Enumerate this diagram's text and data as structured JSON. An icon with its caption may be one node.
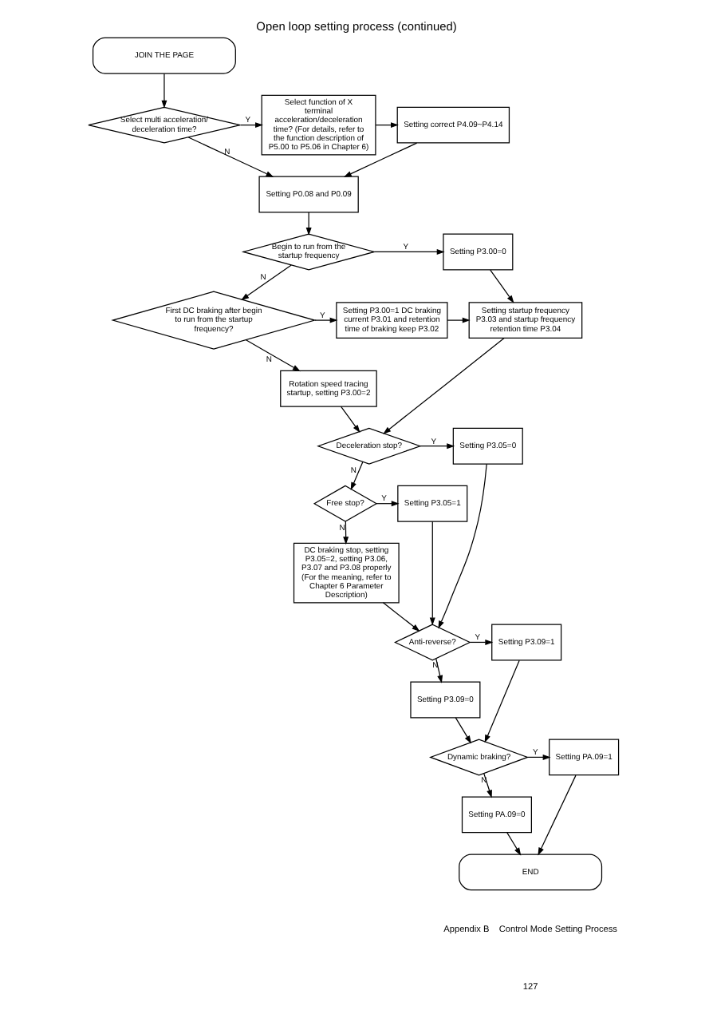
{
  "diagram": {
    "title": "Open loop setting process (continued)",
    "nodes": [
      {
        "text": [
          "JOIN THE PAGE"
        ]
      },
      {
        "text": [
          "Select multi acceleration/ deceleration time?"
        ]
      },
      {
        "text": [
          "Select function of X terminal acceleration/deceleration time? (For details, refer to the function description of P5.00 to P5.06 in Chapter 6)"
        ]
      },
      {
        "text": [
          "Setting correct P4.09~P4.14"
        ]
      },
      {
        "text": [
          "Setting P0.08 and P0.09"
        ]
      },
      {
        "text": [
          "Begin to run from the startup frequency"
        ]
      },
      {
        "text": [
          "Setting P3.00=0"
        ]
      },
      {
        "text": [
          "First DC braking after begin to run from the startup frequency?"
        ]
      },
      {
        "text": [
          "Setting P3.00=1 DC braking current P3.01 and retention time of braking keep P3.02"
        ]
      },
      {
        "text": [
          "Setting startup frequency P3.03 and startup frequency retention time P3.04"
        ]
      },
      {
        "text": [
          "Rotation speed tracing startup, setting P3.00=2"
        ]
      },
      {
        "text": [
          "Deceleration stop?"
        ]
      },
      {
        "text": [
          "Setting P3.05=0"
        ]
      },
      {
        "text": [
          "Free stop?"
        ]
      },
      {
        "text": [
          "Setting P3.05=1"
        ]
      },
      {
        "text": [
          "DC braking stop, setting P3.05=2, setting P3.06, P3.07 and P3.08 properly (For the meaning, refer to Chapter 6 Parameter Description)"
        ]
      },
      {
        "text": [
          "Anti-reverse?"
        ]
      },
      {
        "text": [
          "Setting P3.09=1"
        ]
      },
      {
        "text": [
          "Setting P3.09=0"
        ]
      },
      {
        "text": [
          "Dynamic braking?"
        ]
      },
      {
        "text": [
          "Setting PA.09=1"
        ]
      },
      {
        "text": [
          "Setting PA.09=0"
        ]
      },
      {
        "text": [
          "END"
        ]
      }
    ],
    "edges": [
      {
        "from": 0,
        "to": 1,
        "arrow": "to"
      },
      {
        "from": 1,
        "to": 2,
        "arrow": "to",
        "label": "Y"
      },
      {
        "from": 2,
        "to": 3,
        "arrow": "to"
      },
      {
        "from": 3,
        "to": 4,
        "arrow": "to"
      },
      {
        "from": 1,
        "to": 4,
        "arrow": "to",
        "label": "N"
      },
      {
        "from": 4,
        "to": 5,
        "arrow": "to"
      },
      {
        "from": 5,
        "to": 6,
        "arrow": "to",
        "label": "Y"
      },
      {
        "from": 6,
        "to": 9,
        "arrow": "to"
      },
      {
        "from": 5,
        "to": 7,
        "arrow": "to",
        "label": "N"
      },
      {
        "from": 7,
        "to": 8,
        "arrow": "to",
        "label": "Y"
      },
      {
        "from": 8,
        "to": 9,
        "arrow": "to"
      },
      {
        "from": 7,
        "to": 10,
        "arrow": "to",
        "label": "N"
      },
      {
        "from": 10,
        "to": 11,
        "arrow": "to"
      },
      {
        "from": 9,
        "to": 11,
        "arrow": "to"
      },
      {
        "from": 11,
        "to": 12,
        "arrow": "to",
        "label": "Y"
      },
      {
        "from": 11,
        "to": 13,
        "arrow": "to",
        "label": "N"
      },
      {
        "from": 13,
        "to": 14,
        "arrow": "to",
        "label": "Y"
      },
      {
        "from": 13,
        "to": 15,
        "arrow": "to",
        "label": "N"
      },
      {
        "from": 15,
        "to": 16,
        "arrow": "to"
      },
      {
        "from": 14,
        "to": 16,
        "arrow": "to"
      },
      {
        "from": 12,
        "to": 16,
        "arrow": "to"
      },
      {
        "from": 16,
        "to": 17,
        "arrow": "to",
        "label": "Y"
      },
      {
        "from": 16,
        "to": 18,
        "arrow": "to",
        "label": "N"
      },
      {
        "from": 18,
        "to": 19,
        "arrow": "to"
      },
      {
        "from": 17,
        "to": 19,
        "arrow": "to"
      },
      {
        "from": 19,
        "to": 20,
        "arrow": "to",
        "label": "Y"
      },
      {
        "from": 19,
        "to": 21,
        "arrow": "to",
        "label": "N"
      },
      {
        "from": 21,
        "to": 22,
        "arrow": "to"
      },
      {
        "from": 20,
        "to": 22,
        "arrow": "to"
      }
    ],
    "labels": [
      "Appendix B    Control Mode Setting Process",
      "127"
    ]
  }
}
